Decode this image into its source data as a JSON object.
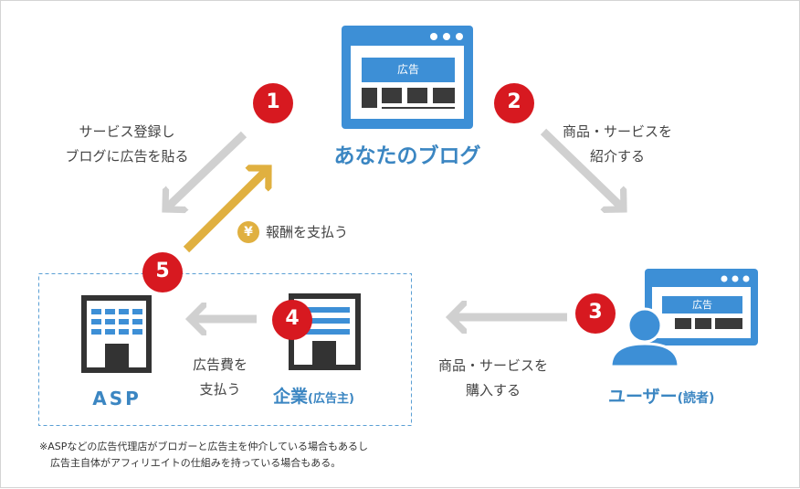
{
  "blog": {
    "title": "あなたのブログ",
    "ad_label": "広告"
  },
  "user": {
    "title": "ユーザー",
    "title_sub": "(読者)",
    "ad_label": "広告"
  },
  "asp": {
    "title": "ASP"
  },
  "company": {
    "title": "企業",
    "title_sub": "(広告主)"
  },
  "steps": [
    {
      "num": "1",
      "lines": [
        "サービス登録し",
        "ブログに広告を貼る"
      ]
    },
    {
      "num": "2",
      "lines": [
        "商品・サービスを",
        "紹介する"
      ]
    },
    {
      "num": "3",
      "lines": [
        "商品・サービスを",
        "購入する"
      ]
    },
    {
      "num": "4",
      "lines": [
        "広告費を",
        "支払う"
      ]
    },
    {
      "num": "5",
      "lines": [
        "報酬を支払う"
      ],
      "symbol": "¥"
    }
  ],
  "notes": [
    "※ASPなどの広告代理店がブロガーと広告主を仲介している場合もあるし",
    "広告主自体がアフィリエイトの仕組みを持っている場合もある。"
  ],
  "colors": {
    "blue": "#3d8fd6",
    "red": "#d71920",
    "gold": "#e0b040",
    "gray": "#d0d0d0",
    "dark": "#333333"
  }
}
